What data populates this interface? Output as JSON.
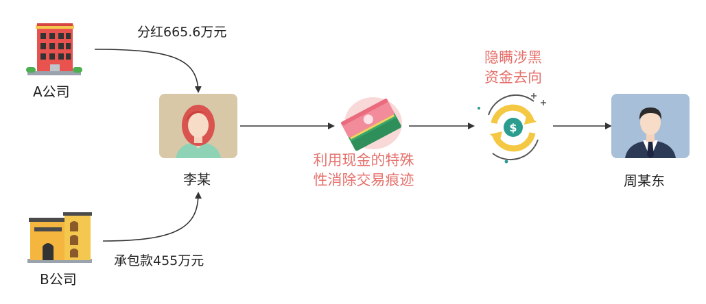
{
  "nodes": {
    "company_a": {
      "label": "A公司"
    },
    "company_b": {
      "label": "B公司"
    },
    "li": {
      "label": "李某"
    },
    "zhou": {
      "label": "周某东"
    }
  },
  "edges": {
    "a_to_li": {
      "label": "分红665.6万元"
    },
    "b_to_li": {
      "label": "承包款455万元"
    }
  },
  "annotations": {
    "cash_line1": "利用现金的特殊",
    "cash_line2": "性消除交易痕迹",
    "launder_line1": "隐瞒涉黑",
    "launder_line2": "资金去向"
  },
  "colors": {
    "accent_red": "#e5706b",
    "arrow": "#333333"
  }
}
